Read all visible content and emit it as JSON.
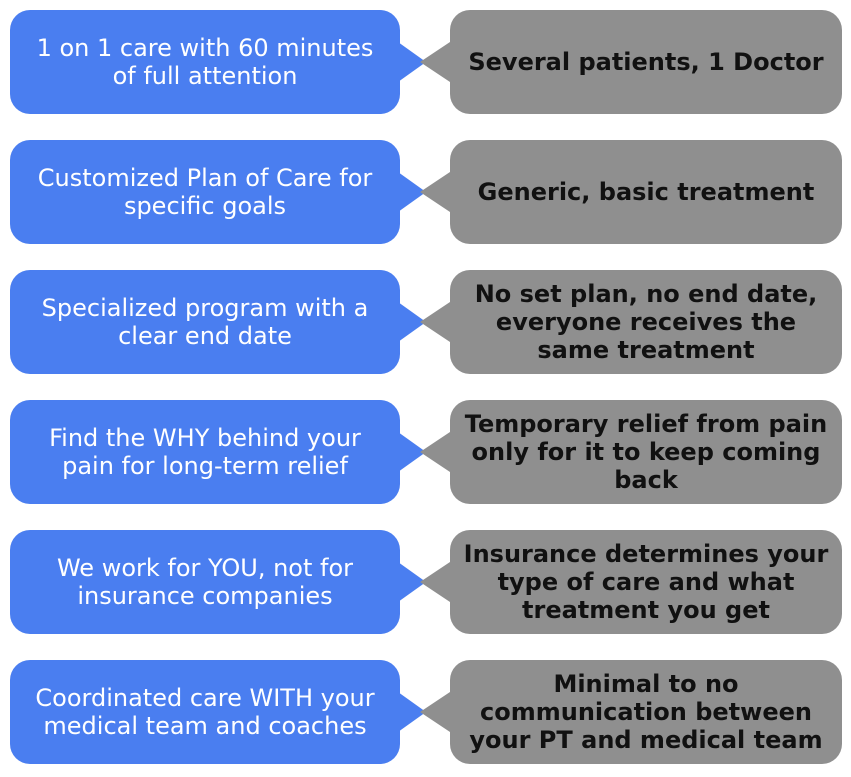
{
  "colors": {
    "left_bubble": "#4a7ef0",
    "right_bubble": "#8f8f8f"
  },
  "rows": [
    {
      "left": "1 on 1 care with 60 minutes of full attention",
      "right": "Several patients, 1 Doctor"
    },
    {
      "left": "Customized Plan of Care for specific goals",
      "right": "Generic, basic treatment"
    },
    {
      "left": "Specialized program with a clear end date",
      "right": "No set plan, no end date, everyone receives the same treatment"
    },
    {
      "left": "Find the WHY behind your pain for long-term relief",
      "right": "Temporary relief from pain only for it to keep coming back"
    },
    {
      "left": "We work for YOU, not for insurance companies",
      "right": "Insurance determines your type of care and what treatment you get"
    },
    {
      "left": "Coordinated care WITH your medical team and coaches",
      "right": "Minimal to no communication between your PT and medical team"
    }
  ]
}
